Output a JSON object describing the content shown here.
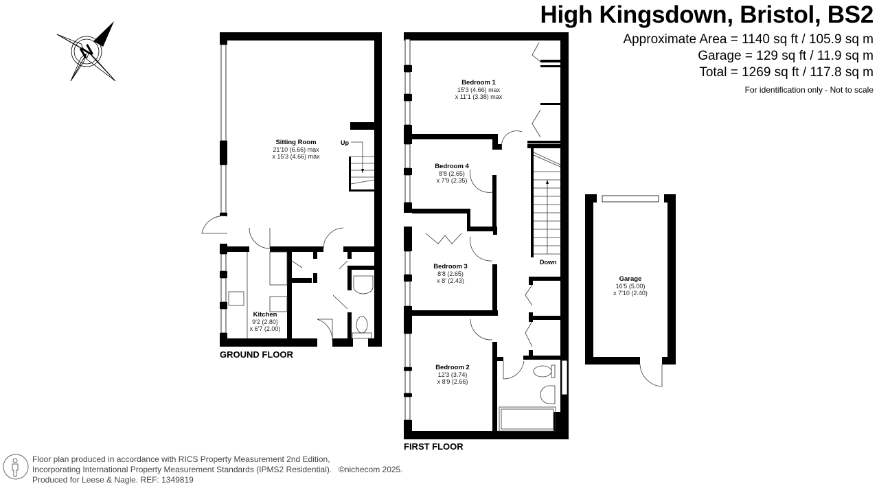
{
  "header": {
    "title": "High Kingsdown, Bristol, BS2",
    "areas": [
      "Approximate Area = 1140 sq ft / 105.9 sq m",
      "Garage  = 129 sq ft / 11.9 sq m",
      "Total = 1269 sq ft / 117.8 sq m"
    ],
    "note": "For identification only - Not to scale"
  },
  "compass": {
    "icon": "compass-north-icon",
    "letter": "N"
  },
  "ground_floor": {
    "label": "GROUND FLOOR",
    "stairs_label": "Up",
    "rooms": [
      {
        "name": "Sitting Room",
        "dim1": "21'10 (6.66) max",
        "dim2": "x 15'3 (4.66) max"
      },
      {
        "name": "Kitchen",
        "dim1": "9'2 (2.80)",
        "dim2": "x 6'7 (2.00)"
      }
    ]
  },
  "first_floor": {
    "label": "FIRST FLOOR",
    "stairs_label": "Down",
    "rooms": [
      {
        "name": "Bedroom 1",
        "dim1": "15'3 (4.66) max",
        "dim2": "x 11'1 (3.38) max"
      },
      {
        "name": "Bedroom 4",
        "dim1": "8'8 (2.65)",
        "dim2": "x 7'9 (2.35)"
      },
      {
        "name": "Bedroom 3",
        "dim1": "8'8 (2.65)",
        "dim2": "x 8' (2.43)"
      },
      {
        "name": "Bedroom 2",
        "dim1": "12'3 (3.74)",
        "dim2": "x 8'9 (2.66)"
      }
    ]
  },
  "garage": {
    "name": "Garage",
    "dim1": "16'5 (5.00)",
    "dim2": "x 7'10 (2.40)"
  },
  "footer": {
    "lines": [
      "Floor plan produced in accordance with RICS Property Measurement 2nd Edition,",
      "Incorporating International Property Measurement Standards (IPMS2 Residential).",
      "Produced for Leese & Nagle.   REF:  1349819"
    ],
    "copyright": "©nichecom 2025."
  },
  "colors": {
    "wall": "#000000",
    "background": "#ffffff",
    "fixture_line": "#555555",
    "footer_text": "#444444"
  }
}
